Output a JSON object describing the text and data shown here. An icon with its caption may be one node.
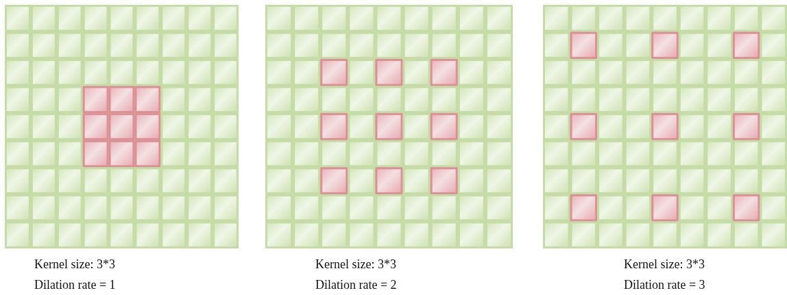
{
  "diagram": {
    "nodes": [
      {
        "text": [],
        "shape": "picture",
        "beside": [
          "Kernel size: 3*3",
          "Dilation rate = 1"
        ]
      },
      {
        "text": [],
        "shape": "picture",
        "beside": [
          "Kernel size: 3*3",
          "Dilation rate = 2"
        ]
      },
      {
        "text": [],
        "shape": "picture",
        "beside": [
          "Kernel size: 3*3",
          "Dilation rate = 3"
        ]
      }
    ]
  }
}
